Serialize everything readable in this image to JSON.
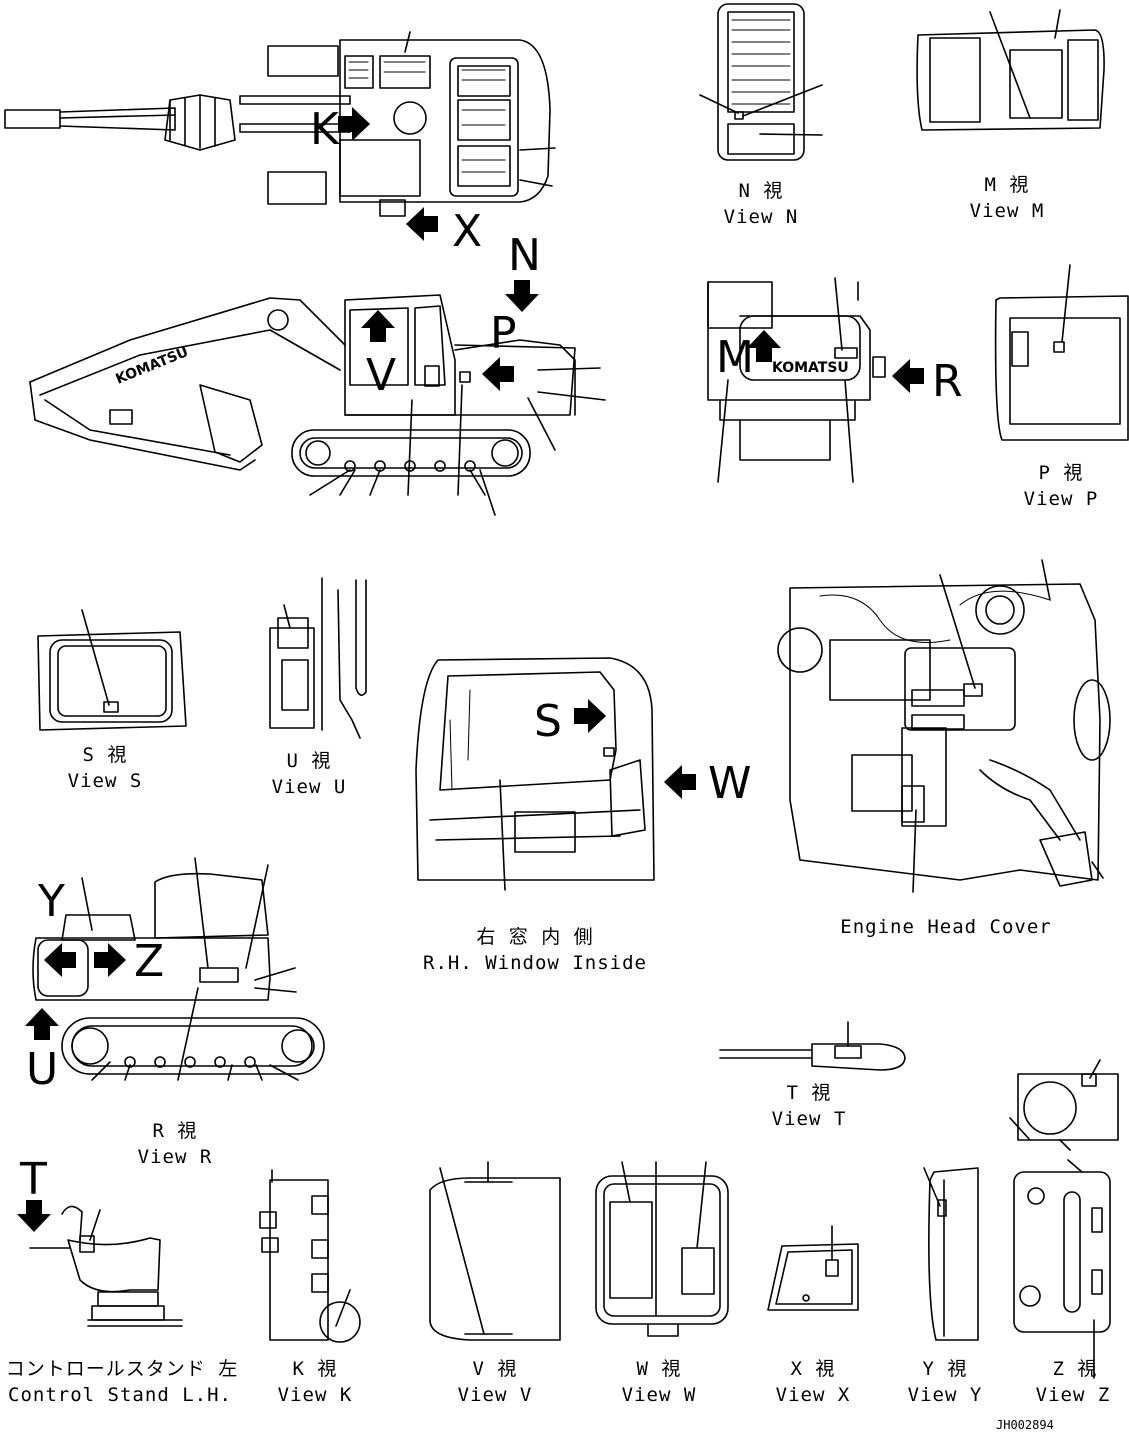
{
  "document_code": "JH002894",
  "brand": "KOMATSU",
  "view_letters": {
    "K": "K",
    "X": "X",
    "N": "N",
    "P": "P",
    "V": "V",
    "M": "M",
    "R": "R",
    "S": "S",
    "W": "W",
    "Y": "Y",
    "Z": "Z",
    "U": "U",
    "T": "T"
  },
  "captions": {
    "view_n": {
      "jp": "N 視",
      "en": "View N"
    },
    "view_m": {
      "jp": "M 視",
      "en": "View M"
    },
    "view_p": {
      "jp": "P 視",
      "en": "View P"
    },
    "view_s": {
      "jp": "S 視",
      "en": "View S"
    },
    "view_u": {
      "jp": "U 視",
      "en": "View U"
    },
    "rh_window": {
      "jp": "右 窓 内 側",
      "en": "R.H. Window Inside"
    },
    "engine": {
      "en": "Engine Head Cover"
    },
    "view_r": {
      "jp": "R 視",
      "en": "View R"
    },
    "view_t": {
      "jp": "T 視",
      "en": "View T"
    },
    "control_stand": {
      "jp": "コントロールスタンド 左",
      "en": "Control Stand L.H."
    },
    "view_k": {
      "jp": "K 視",
      "en": "View K"
    },
    "view_v": {
      "jp": "V 視",
      "en": "View V"
    },
    "view_w": {
      "jp": "W 視",
      "en": "View W"
    },
    "view_x": {
      "jp": "X 視",
      "en": "View X"
    },
    "view_y": {
      "jp": "Y 視",
      "en": "View Y"
    },
    "view_z": {
      "jp": "Z 視",
      "en": "View Z"
    }
  }
}
